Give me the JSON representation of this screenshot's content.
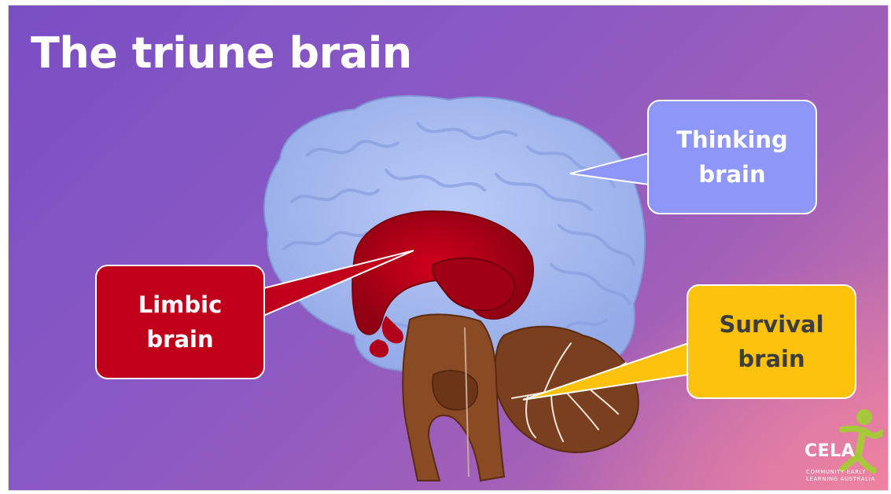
{
  "slide": {
    "title": "The triune brain"
  },
  "callouts": {
    "thinking": {
      "label": "Thinking\nbrain",
      "color": "#8e97f7"
    },
    "limbic": {
      "label": "Limbic\nbrain",
      "color": "#c0001a"
    },
    "survival": {
      "label": "Survival\nbrain",
      "color": "#fcc20c"
    }
  },
  "logo": {
    "name": "CELA",
    "subtitle": "COMMUNITY EARLY\nLEARNING AUSTRALIA",
    "icon": "child-figure-icon",
    "color": "#a6c83a"
  },
  "colors": {
    "background_start": "#7a4fc4",
    "background_end": "#e07fa6",
    "cerebrum": "#a8bdf2",
    "limbic": "#c0001a",
    "brainstem": "#7a3f1f"
  }
}
